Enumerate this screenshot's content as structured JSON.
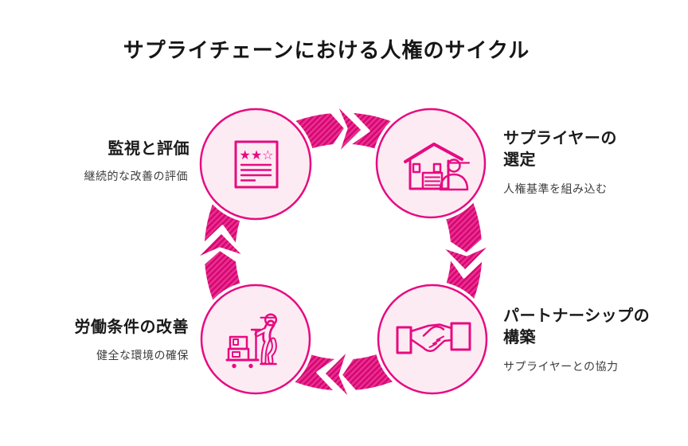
{
  "title": "サプライチェーンにおける人権のサイクル",
  "cycle_direction": "clockwise",
  "colors": {
    "magenta": "#e60b80",
    "stripe_bright": "#ea2f90",
    "stripe_dark": "#d40671",
    "circle_fill": "#fdebf4",
    "heading_text": "#1a1a1a",
    "sub_text": "#3c3c3c"
  },
  "nodes": [
    {
      "id": "monitoring",
      "heading": "監視と評価",
      "sub": "継続的な改善の評価",
      "icon": "document-stars-icon",
      "position": "top-left"
    },
    {
      "id": "supplier-selection",
      "heading": "サプライヤーの\n選定",
      "sub": "人権基準を組み込む",
      "icon": "house-person-icon",
      "position": "top-right"
    },
    {
      "id": "partnership",
      "heading": "パートナーシップの\n構築",
      "sub": "サプライヤーとの協力",
      "icon": "handshake-icon",
      "position": "bottom-right"
    },
    {
      "id": "labor-conditions",
      "heading": "労働条件の改善",
      "sub": "健全な環境の確保",
      "icon": "worker-cart-icon",
      "position": "bottom-left"
    }
  ],
  "icons": {
    "document_stars": "★★☆"
  }
}
